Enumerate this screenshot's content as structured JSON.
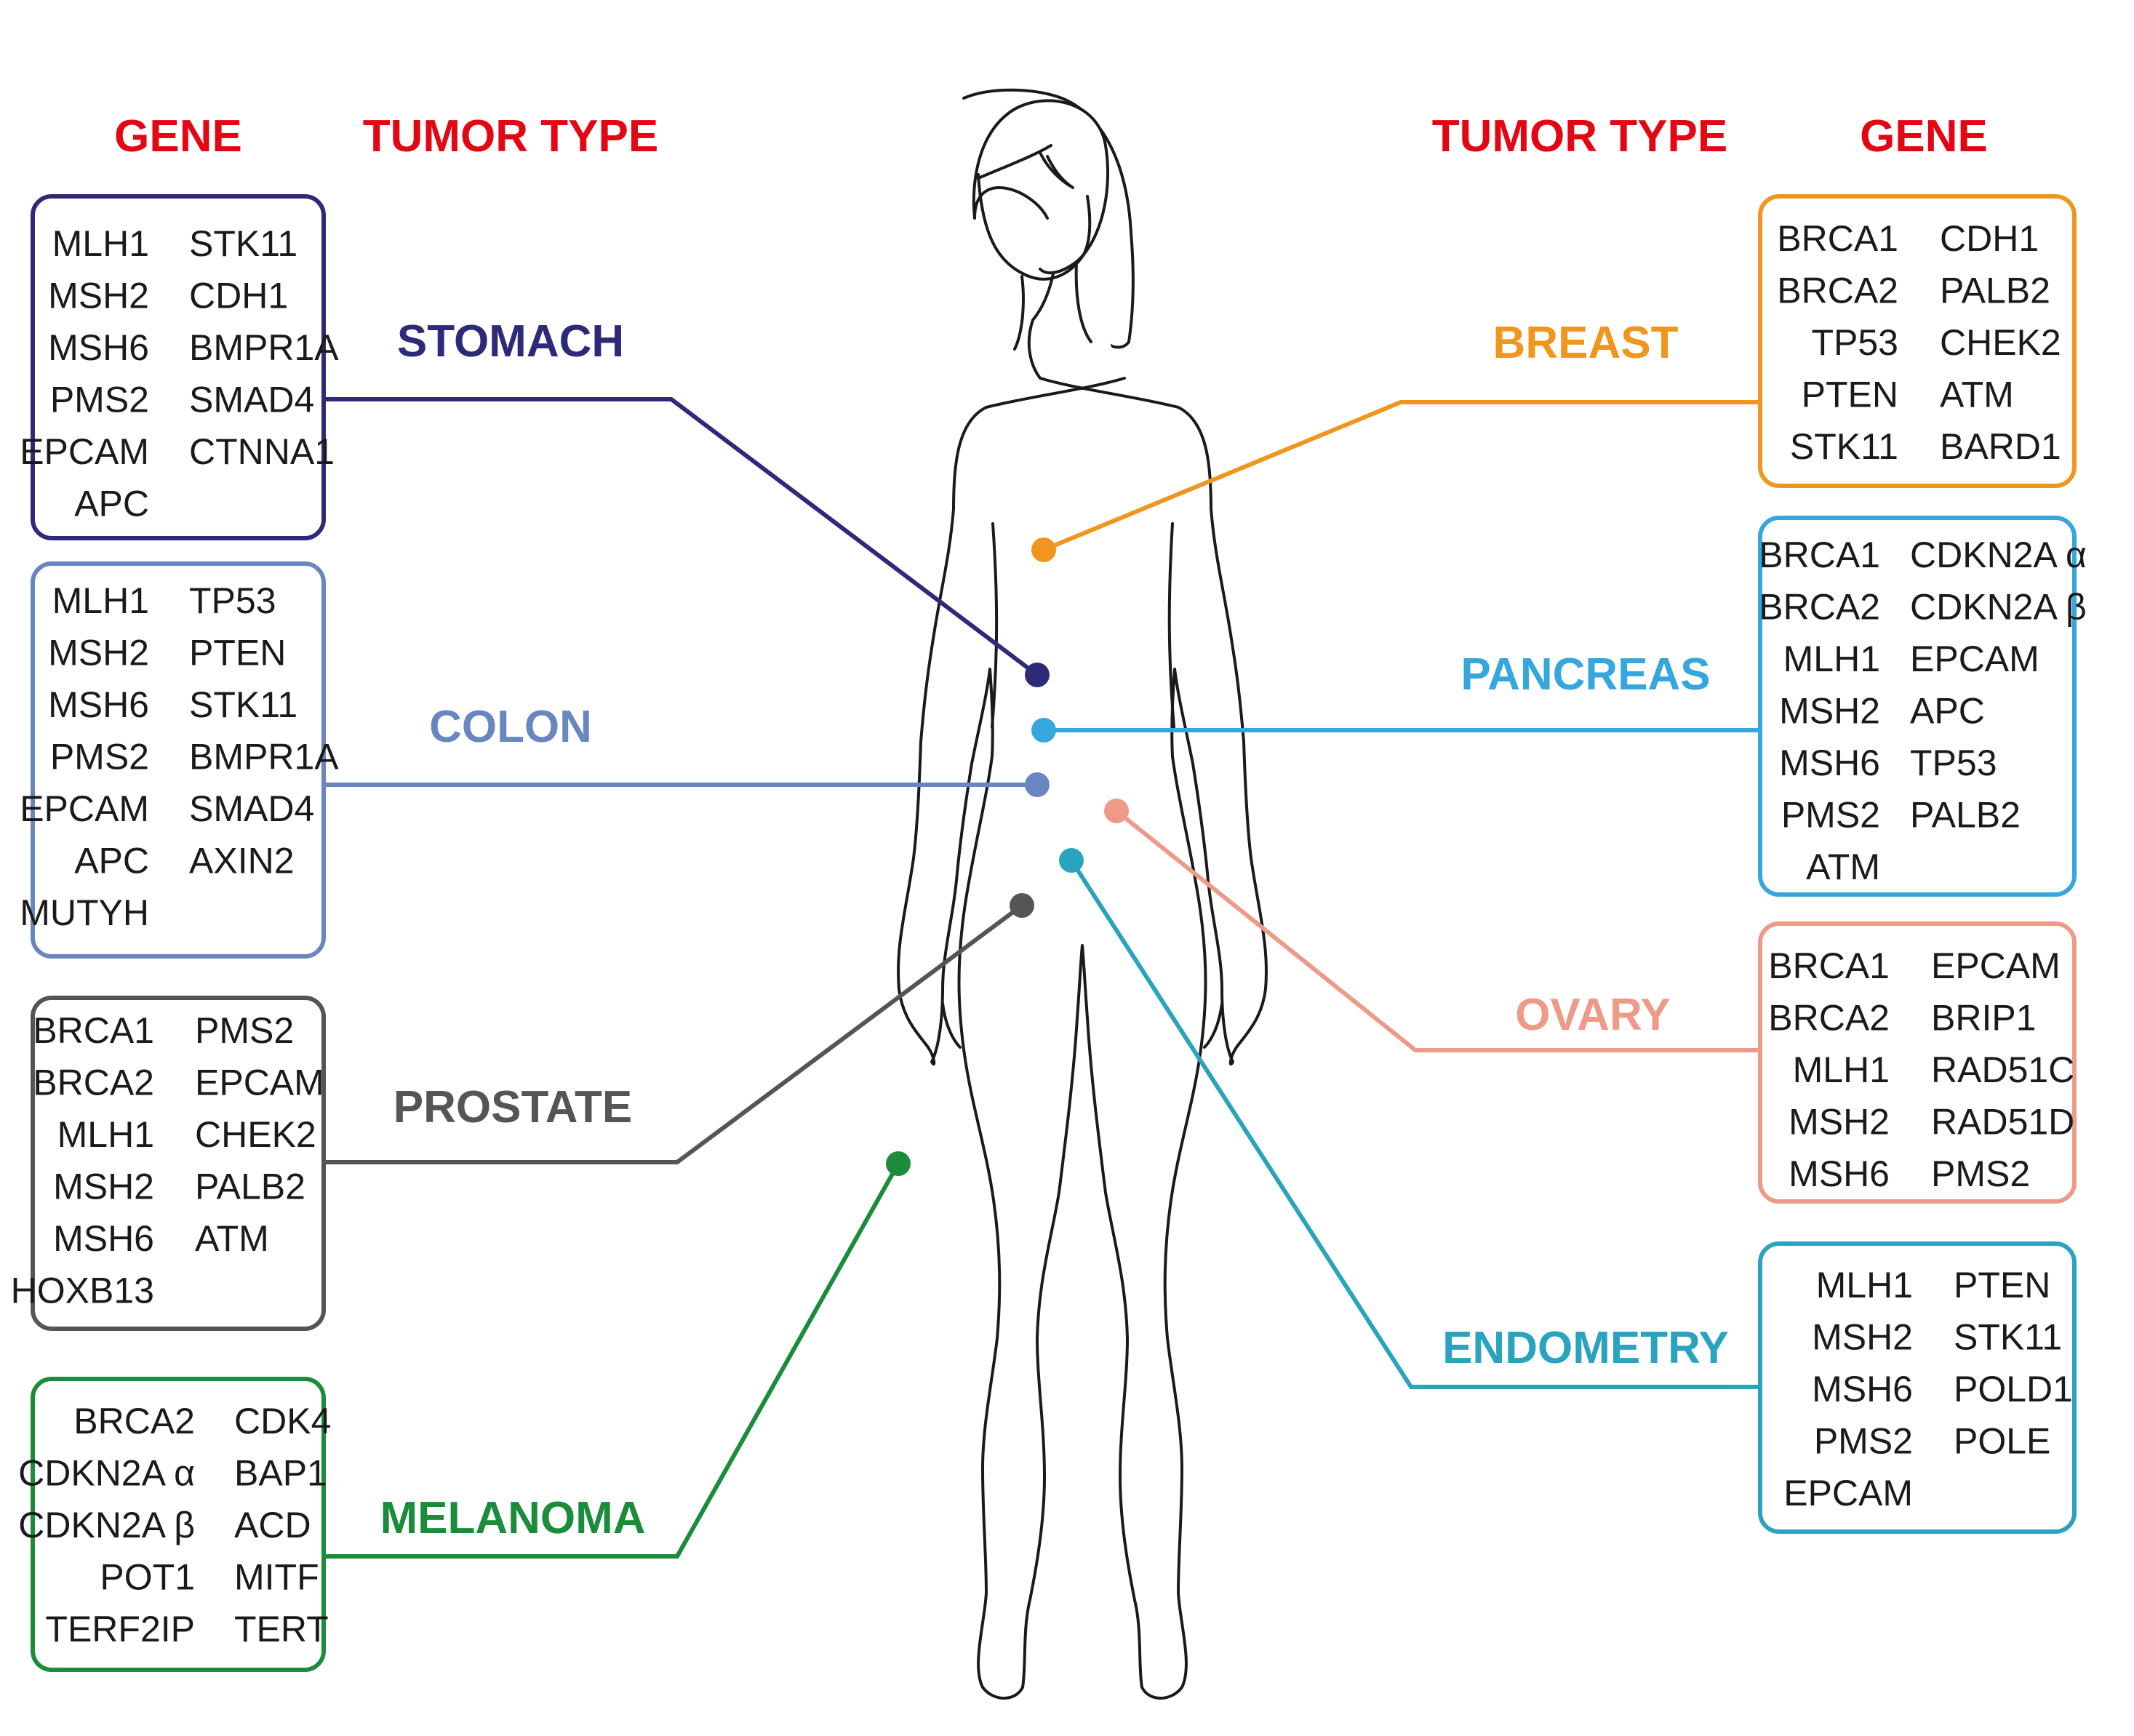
{
  "headers": {
    "left_gene": "GENE",
    "left_tumor": "TUMOR TYPE",
    "right_tumor": "TUMOR TYPE",
    "right_gene": "GENE"
  },
  "tumors": [
    {
      "id": "stomach",
      "label": "STOMACH",
      "color": "#2e2a7a",
      "genes": [
        [
          "MLH1",
          "STK11"
        ],
        [
          "MSH2",
          "CDH1"
        ],
        [
          "MSH6",
          "BMPR1A"
        ],
        [
          "PMS2",
          "SMAD4"
        ],
        [
          "EPCAM",
          "CTNNA1"
        ],
        [
          "APC",
          ""
        ]
      ]
    },
    {
      "id": "colon",
      "label": "COLON",
      "color": "#6a86c0",
      "genes": [
        [
          "MLH1",
          "TP53"
        ],
        [
          "MSH2",
          "PTEN"
        ],
        [
          "MSH6",
          "STK11"
        ],
        [
          "PMS2",
          "BMPR1A"
        ],
        [
          "EPCAM",
          "SMAD4"
        ],
        [
          "APC",
          "AXIN2"
        ],
        [
          "MUTYH",
          ""
        ]
      ]
    },
    {
      "id": "prostate",
      "label": "PROSTATE",
      "color": "#555555",
      "genes": [
        [
          "BRCA1",
          "PMS2"
        ],
        [
          "BRCA2",
          "EPCAM"
        ],
        [
          "MLH1",
          "CHEK2"
        ],
        [
          "MSH2",
          "PALB2"
        ],
        [
          "MSH6",
          "ATM"
        ],
        [
          "HOXB13",
          ""
        ]
      ]
    },
    {
      "id": "melanoma",
      "label": "MELANOMA",
      "color": "#1a8c3a",
      "genes": [
        [
          "BRCA2",
          "CDK4"
        ],
        [
          "CDKN2A α",
          "BAP1"
        ],
        [
          "CDKN2A β",
          "ACD"
        ],
        [
          "POT1",
          "MITF"
        ],
        [
          "TERF2IP",
          "TERT"
        ]
      ]
    },
    {
      "id": "breast",
      "label": "BREAST",
      "color": "#f0961e",
      "genes": [
        [
          "BRCA1",
          "CDH1"
        ],
        [
          "BRCA2",
          "PALB2"
        ],
        [
          "TP53",
          "CHEK2"
        ],
        [
          "PTEN",
          "ATM"
        ],
        [
          "STK11",
          "BARD1"
        ]
      ]
    },
    {
      "id": "pancreas",
      "label": "PANCREAS",
      "color": "#35a7dc",
      "genes": [
        [
          "BRCA1",
          "CDKN2A α"
        ],
        [
          "BRCA2",
          "CDKN2A β"
        ],
        [
          "MLH1",
          "EPCAM"
        ],
        [
          "MSH2",
          "APC"
        ],
        [
          "MSH6",
          "TP53"
        ],
        [
          "PMS2",
          "PALB2"
        ],
        [
          "ATM",
          ""
        ]
      ]
    },
    {
      "id": "ovary",
      "label": "OVARY",
      "color": "#ee9a88",
      "genes": [
        [
          "BRCA1",
          "EPCAM"
        ],
        [
          "BRCA2",
          "BRIP1"
        ],
        [
          "MLH1",
          "RAD51C"
        ],
        [
          "MSH2",
          "RAD51D"
        ],
        [
          "MSH6",
          "PMS2"
        ]
      ]
    },
    {
      "id": "endometry",
      "label": "ENDOMETRY",
      "color": "#2aa3bf",
      "genes": [
        [
          "MLH1",
          "PTEN"
        ],
        [
          "MSH2",
          "STK11"
        ],
        [
          "MSH6",
          "POLD1"
        ],
        [
          "PMS2",
          "POLE"
        ],
        [
          "EPCAM",
          ""
        ]
      ]
    }
  ]
}
